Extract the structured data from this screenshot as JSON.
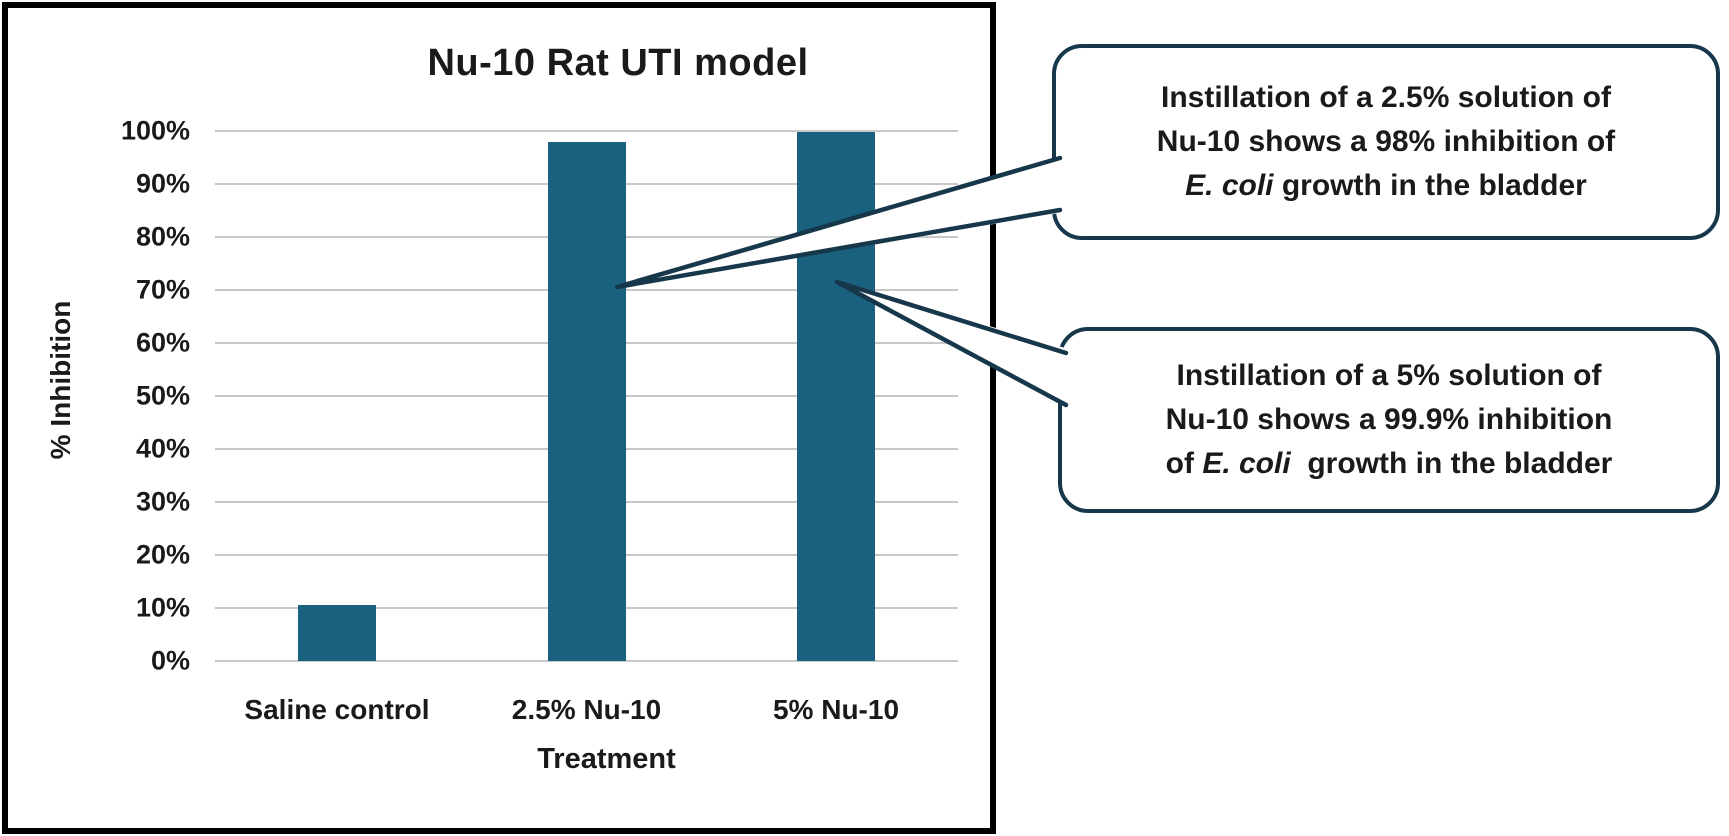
{
  "chart_data": {
    "type": "bar",
    "title": "Nu-10 Rat UTI model",
    "xlabel": "Treatment",
    "ylabel": "% Inhibition",
    "categories": [
      "Saline control",
      "2.5% Nu-10",
      "5% Nu-10"
    ],
    "values": [
      10.5,
      98,
      99.9
    ],
    "ylim": [
      0,
      100
    ],
    "ytick_labels": [
      "0%",
      "10%",
      "20%",
      "30%",
      "40%",
      "50%",
      "60%",
      "70%",
      "80%",
      "90%",
      "100%"
    ],
    "grid": true,
    "legend": "none",
    "bar_color": "#19617F"
  },
  "callouts": [
    {
      "target": "2.5% Nu-10 bar",
      "lines": [
        [
          {
            "text": "Instillation of a 2.5% solution of",
            "italic": false
          }
        ],
        [
          {
            "text": "Nu-10 shows a 98% inhibition of",
            "italic": false
          }
        ],
        [
          {
            "text": "E. coli",
            "italic": true
          },
          {
            "text": " growth in the bladder",
            "italic": false
          }
        ]
      ]
    },
    {
      "target": "5% Nu-10 bar",
      "lines": [
        [
          {
            "text": "Instillation of a 5% solution of",
            "italic": false
          }
        ],
        [
          {
            "text": "Nu-10 shows a 99.9% inhibition",
            "italic": false
          }
        ],
        [
          {
            "text": "of ",
            "italic": false
          },
          {
            "text": "E. coli",
            "italic": true
          },
          {
            "text": "  growth in the bladder",
            "italic": false
          }
        ]
      ]
    }
  ],
  "colors": {
    "bar": "#19617F",
    "callout_border": "#17384a",
    "gridline": "#c8c8c8",
    "frame": "#000000",
    "text": "#1a1a1a"
  }
}
